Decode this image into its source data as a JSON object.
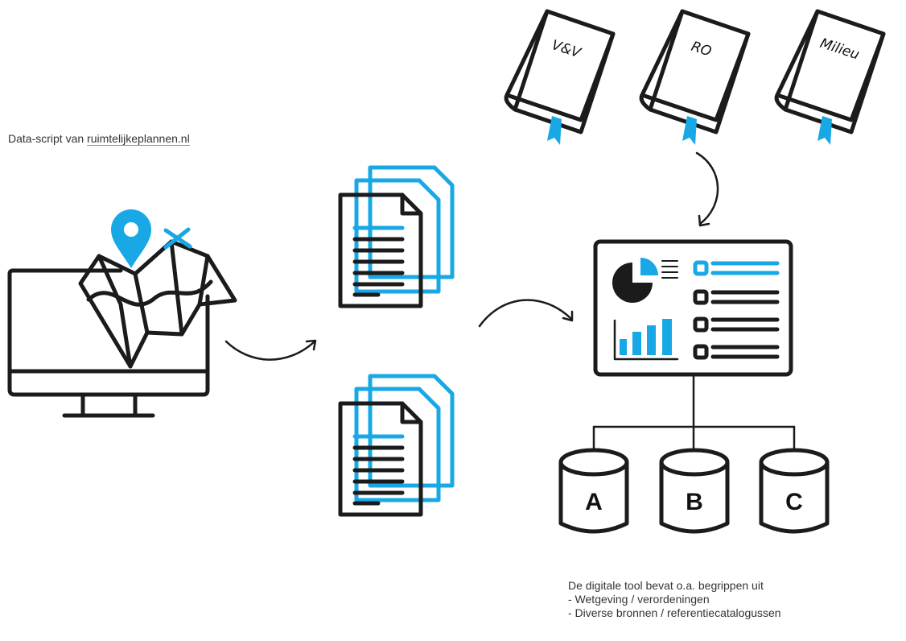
{
  "source_caption": {
    "prefix": "Data-script van ",
    "link": "ruimtelijkeplannen.nl"
  },
  "books": [
    {
      "title": "V&V"
    },
    {
      "title": "RO"
    },
    {
      "title": "Milieu"
    }
  ],
  "databases": [
    {
      "label": "A"
    },
    {
      "label": "B"
    },
    {
      "label": "C"
    }
  ],
  "tool_caption": {
    "intro": "De digitale tool bevat o.a. begrippen uit",
    "items": [
      "-   Wetgeving / verordeningen",
      "-   Diverse bronnen / referentiecatalogussen"
    ]
  },
  "colors": {
    "accent": "#18a8e6",
    "ink": "#1b1b1b"
  },
  "icons": [
    "monitor-icon",
    "map-icon",
    "location-pin-icon",
    "document-stack-icon",
    "book-icon",
    "dashboard-icon",
    "pie-chart-icon",
    "bar-chart-icon",
    "checkbox-icon",
    "database-icon",
    "curved-arrow-icon"
  ]
}
